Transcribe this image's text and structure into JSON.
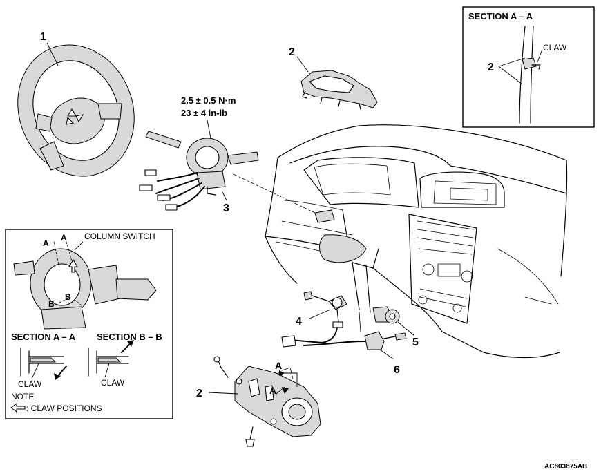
{
  "labels": {
    "part1": "1",
    "part2_top": "2",
    "part2_section": "2",
    "part2_bottom": "2",
    "part3": "3",
    "part4": "4",
    "part5": "5",
    "part6": "6",
    "arrow_a_upper": "A",
    "arrow_a_lower": "A"
  },
  "torque": {
    "metric": "2.5 ± 0.5 N·m",
    "imperial": "23 ± 4 in-lb"
  },
  "section_aa_box": {
    "title": "SECTION A – A",
    "claw": "CLAW"
  },
  "detail_box": {
    "title": "COLUMN SWITCH",
    "marker_a1": "A",
    "marker_a2": "A",
    "marker_b1": "B",
    "marker_b2": "B",
    "section_aa": "SECTION A – A",
    "section_bb": "SECTION B – B",
    "claw_left": "CLAW",
    "claw_right": "CLAW",
    "note": "NOTE",
    "legend": ": CLAW POSITIONS"
  },
  "figure_code": "AC803875AB"
}
